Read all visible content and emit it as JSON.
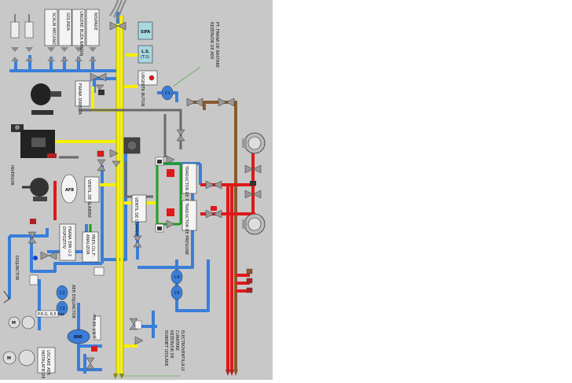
{
  "labels": {
    "scaun_mecanic": "SCAUN MECANIC",
    "golinda": "GOLINDA",
    "ungere_buza_bandaj": "UNGERE BUZA BANDAJ",
    "nisipare": "NISIPARE",
    "sifa": "SIFA",
    "ls": "L.S.",
    "ls_sub": "(T.S)",
    "urgenta_buton": "URGENTA BUTON",
    "rezervor_aer": "REZERVOR DE AER",
    "pt_frana": "PT. FRANA DE RASTARE",
    "frana_directa": "FRANA DIRECTA",
    "inversor": "INVERSOR",
    "afb": "AFB",
    "ventil_de_slabire": "VENTIL DE SLABIRE",
    "ventil_de_comanda": "VENTIL DE COMANDA",
    "traductor_presiune_1": "TRADUCTOR DE PRESIUNE",
    "traductor_presiune_2": "TRADUCTOR DE PRESIUNE",
    "dispozitiv_1": "DISPOZITIV",
    "dispozitiv_2": "FRANA EPA U-3",
    "analizor": "ANALIZOR",
    "analizor_sub": "PRES.CIL.F-",
    "disjunctor": "DISJUNCTOR",
    "aer_disjunctor": "AER DISJUNCTOR",
    "pres_regulator": "P.R.G. 8,5 bar",
    "pres_10": "p.R.F. 10 bar",
    "v800": "800",
    "instalatie_1": "INSTALATIE DE",
    "instalatie_2": "USCARE AER",
    "robinet_1": "ROBINET IZOLARE",
    "robinet_2": "REZERVOR DE",
    "robinet_3": "CURATARE",
    "robinet_4": "ELECTROVENTILULUI",
    "c1": "C1",
    "c2": "C2",
    "c3": "C3",
    "c4": "C4",
    "c5": "C5",
    "motor": "M"
  },
  "colors": {
    "panel": "#c8c8c8",
    "air_supply": "#3a7ed8",
    "main_pipe": "#f5f000",
    "brake_pipe": "#e01818",
    "brown_pipe": "#8a5a2b",
    "green_pipe": "#1fa01f",
    "gray_pipe": "#6a6a6a"
  }
}
